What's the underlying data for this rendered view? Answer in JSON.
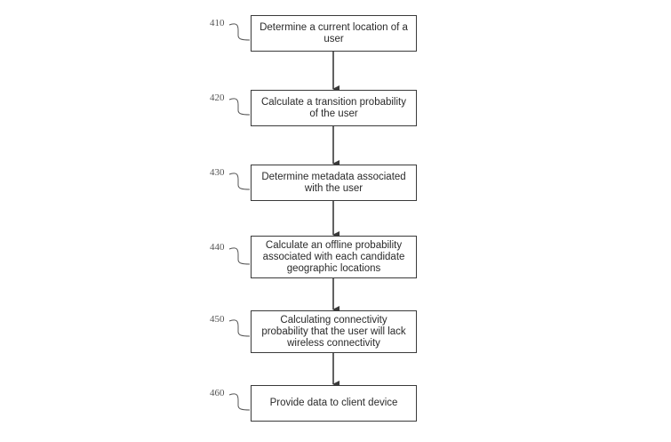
{
  "flowchart": {
    "steps": [
      {
        "ref": "410",
        "text": "Determine a current location of a user"
      },
      {
        "ref": "420",
        "text": "Calculate a transition probability of the user"
      },
      {
        "ref": "430",
        "text": "Determine metadata associated with the user"
      },
      {
        "ref": "440",
        "text": "Calculate an offline probability associated with each candidate geographic locations"
      },
      {
        "ref": "450",
        "text": "Calculating connectivity probability that the user will lack wireless connectivity"
      },
      {
        "ref": "460",
        "text": "Provide data to client device"
      }
    ],
    "colors": {
      "box_border": "#3a3a3a",
      "arrow": "#3a3a3a",
      "text": "#2a2a2a",
      "ref_label": "#555555"
    }
  }
}
